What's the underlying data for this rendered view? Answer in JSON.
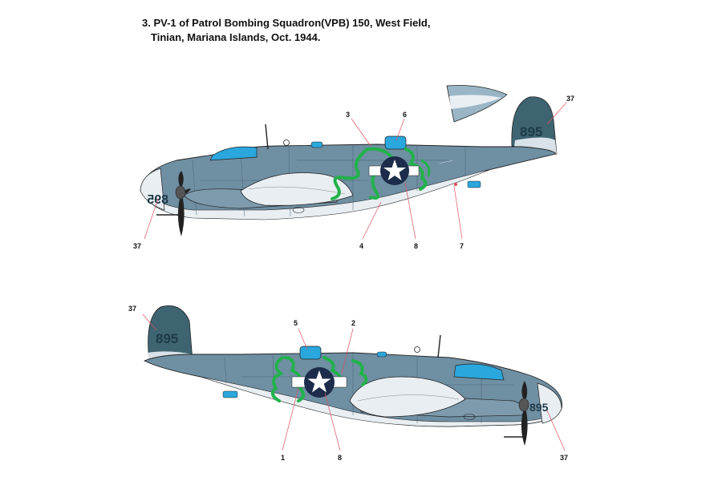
{
  "caption": {
    "line1": "3. PV-1 of Patrol Bombing Squadron(VPB) 150, West Field,",
    "line2": "Tinian, Mariana Islands, Oct. 1944."
  },
  "aircraft_number": "895",
  "nose_number_left": "895",
  "nose_number_right": "895",
  "top_view_callouts": {
    "c3": "3",
    "c6": "6",
    "c37_tail": "37",
    "c37_nose": "37",
    "c4": "4",
    "c8": "8",
    "c7": "7"
  },
  "bottom_view_callouts": {
    "c37_tail": "37",
    "c5": "5",
    "c2": "2",
    "c1": "1",
    "c8": "8",
    "c37_nose": "37"
  },
  "colors": {
    "camo_blue": "#6f8fa3",
    "camo_light": "#8fb0c2",
    "underside": "#e8eef2",
    "tail_dark": "#3e6472",
    "serpent_green": "#21b24a",
    "canopy": "#2aa7dc",
    "insignia_blue": "#1c2c4a"
  }
}
